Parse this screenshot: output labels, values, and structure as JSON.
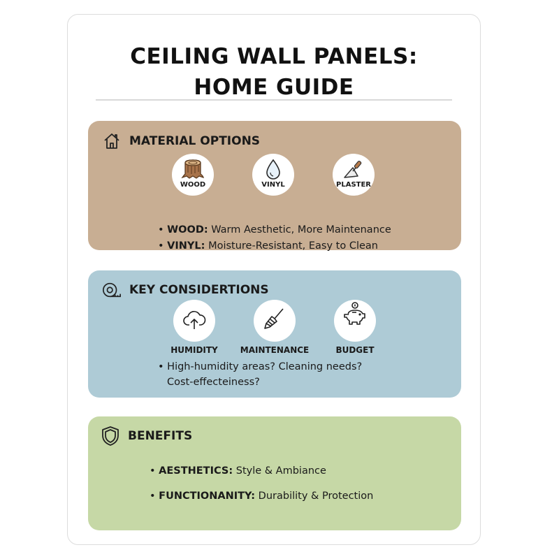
{
  "title": {
    "line1": "CEILING WALL PANELS:",
    "line2": "HOME GUIDE"
  },
  "material": {
    "heading": "MATERIAL OPTIONS",
    "heading_icon": "house-icon",
    "options": [
      {
        "label": "WOOD",
        "icon": "wood-log-icon"
      },
      {
        "label": "VINYL",
        "icon": "water-drop-icon"
      },
      {
        "label": "PLASTER",
        "icon": "trowel-icon"
      }
    ],
    "bullets": [
      {
        "term": "WOOD:",
        "text": " Warm Aesthetic, More Maintenance"
      },
      {
        "term": "VINYL:",
        "text": " Moisture-Resistant, Easy to Clean"
      }
    ],
    "color": "#c8ae93"
  },
  "considerations": {
    "heading": "KEY CONSIDERTIONS",
    "heading_icon": "tape-measure-icon",
    "items": [
      {
        "label": "HUMIDITY",
        "icon": "cloud-upload-icon"
      },
      {
        "label": "MAINTENANCE",
        "icon": "brush-icon"
      },
      {
        "label": "BUDGET",
        "icon": "piggy-bank-icon"
      }
    ],
    "bullet_line1": "High-humidity areas? Cleaning needs?",
    "bullet_line2": "Cost-effecteiness?",
    "color": "#aecbd6"
  },
  "benefits": {
    "heading": "BENEFITS",
    "heading_icon": "shield-icon",
    "bullets": [
      {
        "term": "AESTHETICS:",
        "text": " Style & Ambiance"
      },
      {
        "term": "FUNCTIONANITY:",
        "text": " Durability & Protection"
      }
    ],
    "color": "#c6d8a6"
  }
}
